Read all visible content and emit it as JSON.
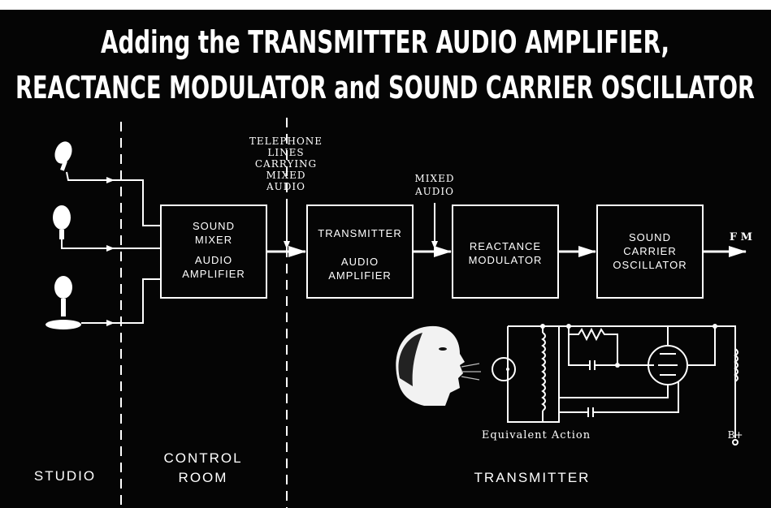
{
  "title": {
    "line1": "Adding the TRANSMITTER AUDIO AMPLIFIER,",
    "line2": "REACTANCE MODULATOR and SOUND CARRIER OSCILLATOR"
  },
  "annotations": {
    "telephone": [
      "TELEPHONE",
      "LINES",
      "CARRYING",
      "MIXED",
      "AUDIO"
    ],
    "mixed_audio": [
      "MIXED",
      "AUDIO"
    ],
    "fm": "F M",
    "equivalent_action": "Equivalent Action",
    "bplus": "B+"
  },
  "blocks": {
    "mixer": [
      "SOUND",
      "MIXER",
      "AUDIO",
      "AMPLIFIER"
    ],
    "tx_amp": [
      "TRANSMITTER",
      "AUDIO",
      "AMPLIFIER"
    ],
    "reactance": [
      "REACTANCE",
      "MODULATOR"
    ],
    "oscillator": [
      "SOUND",
      "CARRIER",
      "OSCILLATOR"
    ]
  },
  "sections": {
    "studio": "STUDIO",
    "control_room_1": "CONTROL",
    "control_room_2": "ROOM",
    "transmitter": "TRANSMITTER"
  },
  "colors": {
    "background": "#050505",
    "ink": "#ffffff",
    "page": "#ffffff"
  }
}
